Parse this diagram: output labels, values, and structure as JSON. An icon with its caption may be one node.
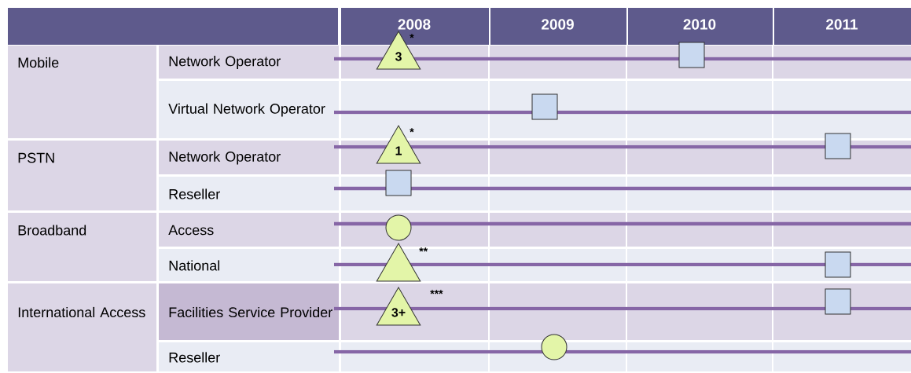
{
  "diagram": {
    "nodes": [
      {
        "text": [
          "3"
        ],
        "beside": [
          "*"
        ]
      },
      {
        "text": [],
        "shape": "box"
      },
      {
        "text": [],
        "shape": "box"
      },
      {
        "text": [
          "1"
        ],
        "beside": [
          "*"
        ]
      },
      {
        "text": [],
        "shape": "box"
      },
      {
        "text": [],
        "shape": "box"
      },
      {
        "text": [],
        "shape": "circle"
      },
      {
        "text": [],
        "shape": "triangle",
        "beside": [
          "**"
        ]
      },
      {
        "text": [],
        "shape": "box"
      },
      {
        "text": [
          "3+"
        ],
        "beside": [
          "***"
        ]
      },
      {
        "text": [],
        "shape": "box"
      },
      {
        "text": [],
        "shape": "circle"
      }
    ],
    "labels": [
      "2008",
      "2009",
      "2010",
      "2011",
      "Mobile",
      "Network Operator",
      "Virtual Network Operator",
      "PSTN",
      "Network Operator",
      "Reseller",
      "Broadband",
      "Access",
      "National",
      "International Access",
      "Facilities Service Provider",
      "Reseller"
    ]
  }
}
